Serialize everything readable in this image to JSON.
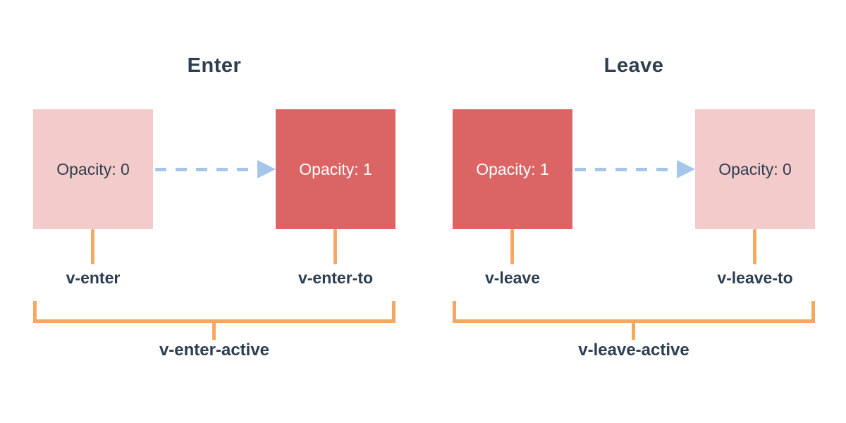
{
  "colors": {
    "background": "#FFFFFF",
    "pink": "#F4CBCB",
    "red": "#DB6465",
    "blue_arrow": "#A5C6E8",
    "orange": "#F6A861",
    "text_dark": "#2C3E50",
    "text_light": "#FFFFFF"
  },
  "panels": [
    {
      "title": "Enter",
      "from_box": {
        "label": "Opacity: 0",
        "fill": "pink"
      },
      "to_box": {
        "label": "Opacity: 1",
        "fill": "red"
      },
      "from_label": "v-enter",
      "to_label": "v-enter-to",
      "active_label": "v-enter-active"
    },
    {
      "title": "Leave",
      "from_box": {
        "label": "Opacity: 1",
        "fill": "red"
      },
      "to_box": {
        "label": "Opacity: 0",
        "fill": "pink"
      },
      "from_label": "v-leave",
      "to_label": "v-leave-to",
      "active_label": "v-leave-active"
    }
  ]
}
